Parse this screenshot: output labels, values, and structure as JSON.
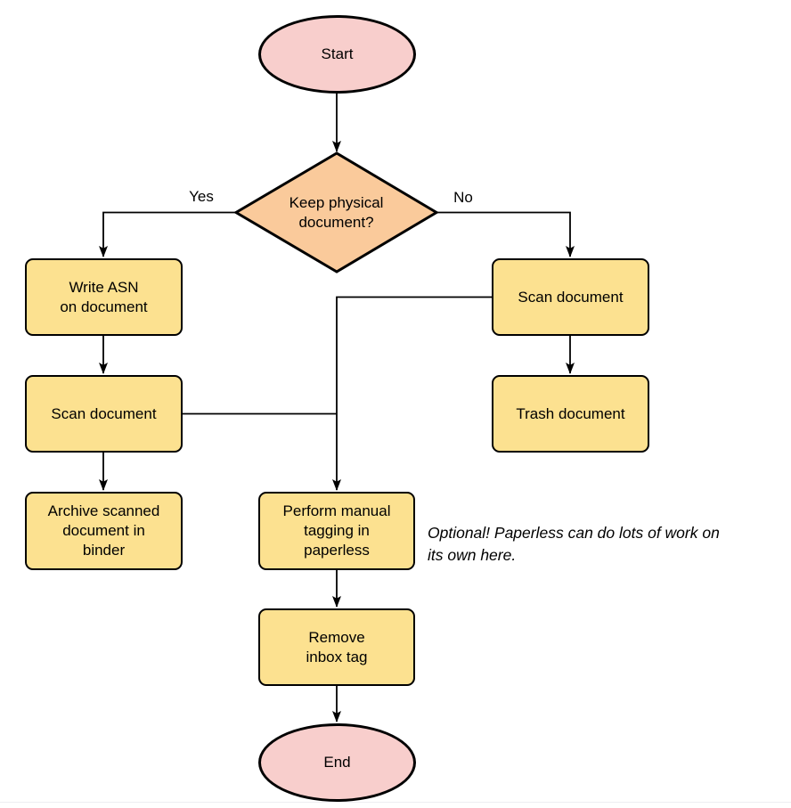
{
  "diagram": {
    "nodes": {
      "start": {
        "label": "Start",
        "type": "terminator"
      },
      "decision": {
        "label": "Keep physical\ndocument?",
        "type": "decision"
      },
      "write_asn": {
        "label": "Write ASN\non document",
        "type": "process"
      },
      "scan_left": {
        "label": "Scan document",
        "type": "process"
      },
      "archive": {
        "label": "Archive scanned\ndocument in\nbinder",
        "type": "process"
      },
      "scan_right": {
        "label": "Scan document",
        "type": "process"
      },
      "trash": {
        "label": "Trash document",
        "type": "process"
      },
      "tagging": {
        "label": "Perform manual\ntagging in\npaperless",
        "type": "process"
      },
      "remove_inbox": {
        "label": "Remove\ninbox tag",
        "type": "process"
      },
      "end": {
        "label": "End",
        "type": "terminator"
      }
    },
    "edge_labels": {
      "yes": "Yes",
      "no": "No"
    },
    "note": "Optional! Paperless can do lots of work on\nits own here.",
    "colors": {
      "terminator_fill": "#F8CECC",
      "decision_fill": "#FACA9B",
      "process_fill": "#FCE190",
      "stroke": "#000000"
    }
  }
}
